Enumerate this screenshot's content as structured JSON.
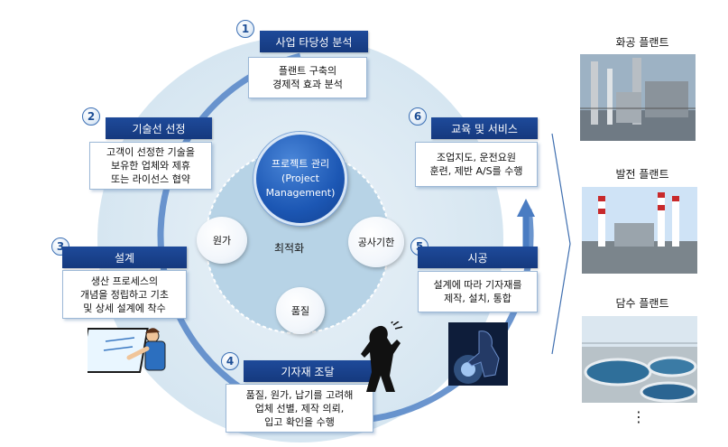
{
  "steps": [
    {
      "num": "1",
      "title": "사업 타당성 분석",
      "desc": [
        "플랜트 구축의",
        "경제적 효과 분석"
      ]
    },
    {
      "num": "2",
      "title": "기술선 선정",
      "desc": [
        "고객이 선정한 기술을",
        "보유한 업체와 제휴",
        "또는 라이선스 협약"
      ]
    },
    {
      "num": "3",
      "title": "설계",
      "desc": [
        "생산 프로세스의",
        "개념을 정립하고 기초",
        "및 상세 설계에 착수"
      ]
    },
    {
      "num": "4",
      "title": "기자재 조달",
      "desc": [
        "품질, 원가, 납기를 고려해",
        "업체 선별, 제작 의뢰,",
        "입고 확인을 수행"
      ]
    },
    {
      "num": "5",
      "title": "시공",
      "desc": [
        "설계에 따라 기자재를",
        "제작, 설치, 통합"
      ]
    },
    {
      "num": "6",
      "title": "교육 및 서비스",
      "desc": [
        "조업지도, 운전요원",
        "훈련, 제반 A/S를 수행"
      ]
    }
  ],
  "center": {
    "pm_lines": [
      "프로젝트 관리",
      "(Project",
      "Management)"
    ],
    "cost": "원가",
    "schedule": "공사기한",
    "quality": "품질",
    "optimize": "최적화"
  },
  "plants": [
    {
      "label": "화공 플랜트"
    },
    {
      "label": "발전 플랜트"
    },
    {
      "label": "담수 플랜트"
    }
  ],
  "more": "⋮"
}
